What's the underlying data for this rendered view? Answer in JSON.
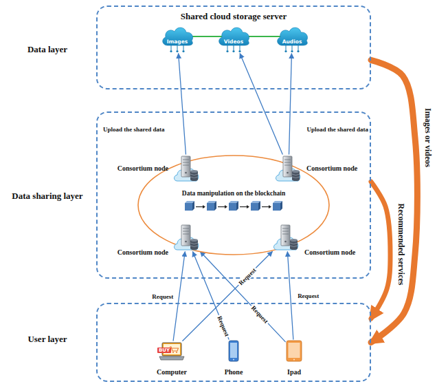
{
  "diagram": {
    "nodes": [
      {
        "text": [
          "Data layer",
          "Shared cloud storage server"
        ]
      },
      {
        "text": [
          "Images"
        ],
        "in": 0
      },
      {
        "text": [
          "Videos"
        ],
        "in": 0
      },
      {
        "text": [
          "Audios"
        ],
        "in": 0
      },
      {
        "text": [
          "Data sharing layer"
        ]
      },
      {
        "text": [
          "Consortium node"
        ],
        "in": 4
      },
      {
        "text": [
          "Consortium node"
        ],
        "in": 4
      },
      {
        "text": [
          "Data manipulation on the blockchain"
        ],
        "in": 4
      },
      {
        "text": [
          "Consortium node"
        ],
        "in": 4
      },
      {
        "text": [
          "Consortium node"
        ],
        "in": 4
      },
      {
        "text": [
          "User layer"
        ]
      },
      {
        "text": [
          "Computer"
        ],
        "in": 10
      },
      {
        "text": [
          "Phone"
        ],
        "in": 10
      },
      {
        "text": [
          "Ipad"
        ],
        "in": 10
      }
    ],
    "edges": [
      {
        "from": 5,
        "to": 1,
        "arrow": "to"
      },
      {
        "from": 6,
        "to": 2,
        "arrow": "to"
      },
      {
        "from": 6,
        "to": 3,
        "arrow": "to"
      },
      {
        "from": 11,
        "to": 8,
        "label": "Request",
        "arrow": "to"
      },
      {
        "from": 11,
        "to": 9,
        "label": "Request",
        "arrow": "to"
      },
      {
        "from": 12,
        "to": 8,
        "label": "Request",
        "arrow": "to"
      },
      {
        "from": 13,
        "to": 8,
        "label": "Request",
        "arrow": "to"
      },
      {
        "from": 13,
        "to": 9,
        "label": "Request",
        "arrow": "to"
      },
      {
        "from": 0,
        "to": 10,
        "label": "Images or videos",
        "arrow": "to"
      },
      {
        "from": 4,
        "to": 10,
        "label": "Recommended services",
        "arrow": "to"
      }
    ],
    "labels": [
      "Upload the shared data",
      "Upload the shared data",
      "BUY"
    ]
  }
}
